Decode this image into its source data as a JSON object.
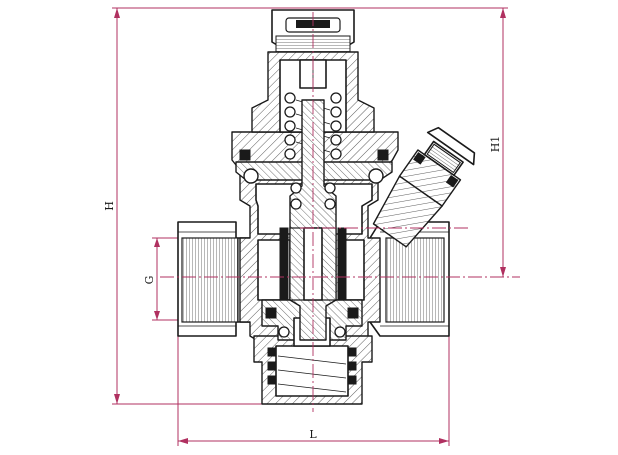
{
  "dimensions": {
    "H": "H",
    "H1": "H1",
    "G": "G",
    "L": "L"
  },
  "colors": {
    "dimension_line": "#b03060",
    "outline": "#1a1a1a"
  }
}
